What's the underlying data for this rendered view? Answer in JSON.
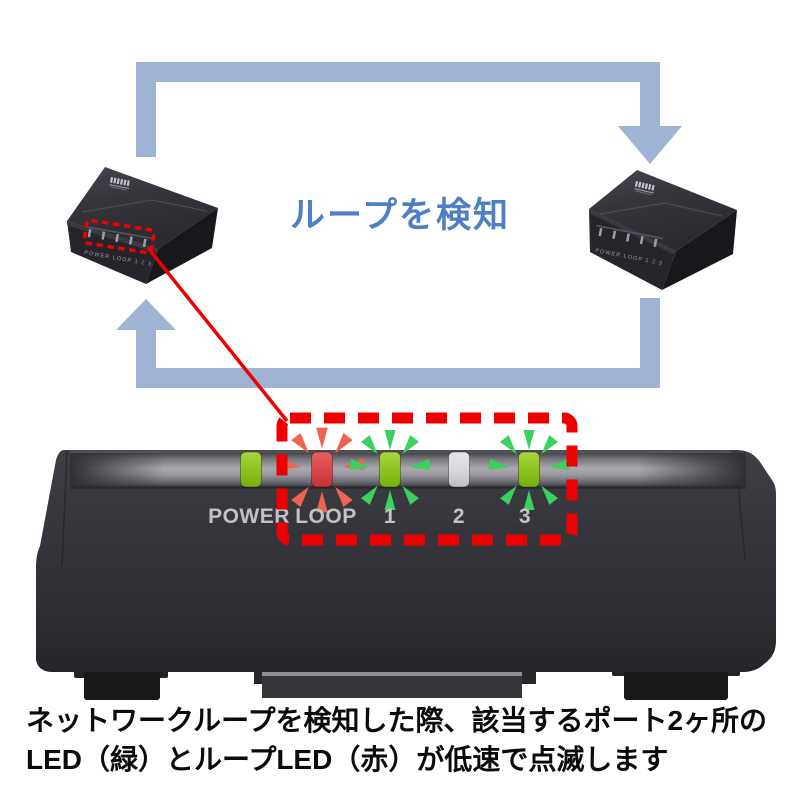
{
  "page": {
    "background": "#ffffff"
  },
  "diagram": {
    "loop_label": "ループを検知",
    "caption": {
      "line1": "ネットワークループを検知した際、該当するポート2ヶ所の",
      "line2": "LED（緑）とループLED（赤）が低速で点滅します"
    },
    "device_front_labels": "POWER LOOP 1 2 3",
    "colors": {
      "loop_arrow": "#9fb3d5",
      "loop_label_text": "#4e7fc4",
      "highlight_red": "#ee0000",
      "led_green": "#8dc41e",
      "led_red": "#d9474b",
      "led_off": "#d9d9db",
      "ray_green": "#3bd15f",
      "ray_red": "#ef6450",
      "switch_body": "#33333a",
      "panel_label": "#c1c1c6"
    }
  },
  "switch_panel": {
    "leds": [
      {
        "label": "POWER",
        "color": "green",
        "state": "on",
        "blinking": false
      },
      {
        "label": "LOOP",
        "color": "red",
        "state": "on",
        "blinking": true
      },
      {
        "label": "1",
        "color": "green",
        "state": "on",
        "blinking": true
      },
      {
        "label": "2",
        "color": "off",
        "state": "off",
        "blinking": false
      },
      {
        "label": "3",
        "color": "green",
        "state": "on",
        "blinking": true
      }
    ]
  }
}
